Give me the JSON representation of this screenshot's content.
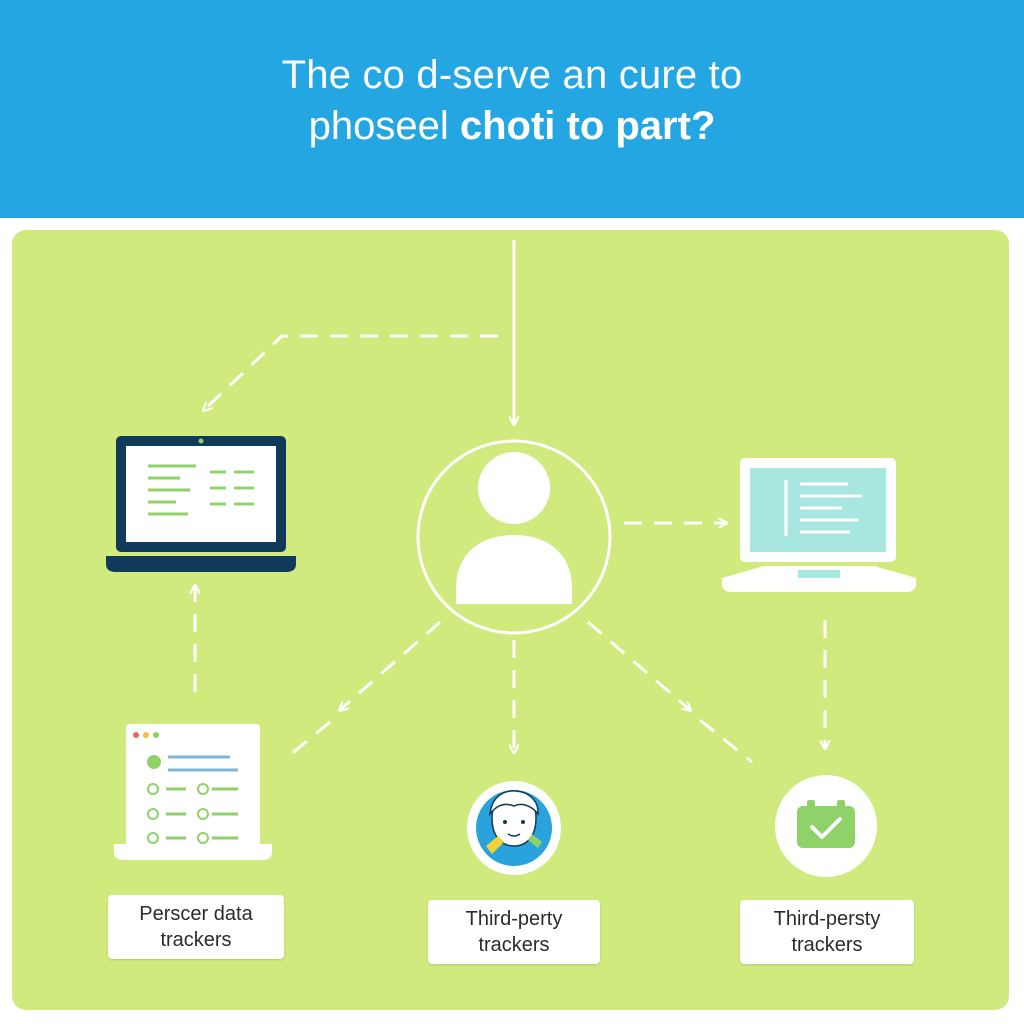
{
  "header": {
    "title_line1": "The co d-serve an cure to",
    "title_line2_regular": "phoseel ",
    "title_line2_bold": "choti to part?"
  },
  "nodes": {
    "left_box": {
      "line1": "Perscer data",
      "line2": "trackers"
    },
    "center_box": {
      "line1": "Third-perty",
      "line2": "trackers"
    },
    "right_box": {
      "line1": "Third-persty",
      "line2": "trackers"
    }
  },
  "colors": {
    "header_bg": "#24a6e3",
    "panel_bg": "#d0ea7e",
    "navy": "#0f3a5a",
    "accent_green": "#8fd26a",
    "accent_teal": "#a8e6e0"
  }
}
